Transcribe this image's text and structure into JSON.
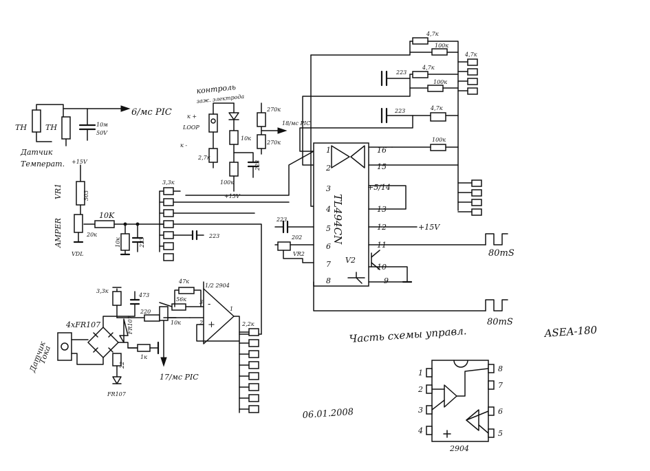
{
  "labels": {
    "th1": "TH",
    "th2": "TH",
    "to_pin6": "6/мс PIC",
    "cap_10m": "10м",
    "cap_50v": "50V",
    "temp_sensor_1": "Датчик",
    "temp_sensor_2": "Температ.",
    "plus15v_a": "+15V",
    "vr1": "VR1",
    "vr1_val": "503",
    "amper": "AMPER",
    "r20k": "20к",
    "vdl": "VDL",
    "r10k_a": "10K",
    "r10k_b": "10к",
    "c223_a": "223",
    "c223_b": "223",
    "r33k_a": "3,3к",
    "electrode_1": "контроль",
    "electrode_2": "заж. электрода",
    "k_plus": "к +",
    "loop": "LOOP",
    "v_minus": "к -",
    "r27k": "2,7к",
    "r10k_c": "10к",
    "r100k_a": "100к",
    "plus15v_b": "+15V",
    "c223_c": "223",
    "r270k_a": "270к",
    "r270k_b": "270к",
    "to_pin18": "18/мс PIC",
    "r47k_a": "4,7к",
    "r100k_b": "100к",
    "r47k_b": "4,7к",
    "r47k_c": "4,7к",
    "r100k_c": "100к",
    "c223_d": "223",
    "c223_e": "223",
    "r47k_d": "4,7к",
    "r100k_d": "100к",
    "ic_name": "TL494CN",
    "c223_f": "223",
    "r202": "202",
    "vr2_a": "VR2",
    "vr2_b": "V2",
    "plus15v_c": "+15V",
    "pulse_a": "80mS",
    "pulse_b": "80mS",
    "current_sensor_1": "Датчик",
    "current_sensor_2": "Тока",
    "diodes": "4xFR107",
    "r33k_b": "3,3к",
    "c473": "473",
    "fr107_a": "FR107",
    "r220": "220",
    "r22": "22",
    "r1k": "1к",
    "fr107_b": "FR107",
    "r56k": "56к",
    "r10k_d": "10к",
    "r47k_e": "47к",
    "opamp_name": "1/2 2904",
    "to_pin17": "17/мс PIC",
    "r22k": "2,2к",
    "title": "Часть схемы управл.",
    "model": "ASEA-180",
    "date": "06.01.2008",
    "pkg_name": "2904"
  },
  "tl494_pins": {
    "p1": "1",
    "p2": "2",
    "p3": "3",
    "p4": "4",
    "p5": "5",
    "p6": "6",
    "p7": "7",
    "p8": "8",
    "p9": "9",
    "p10": "10",
    "p11": "11",
    "p12": "12",
    "p13": "13",
    "p14": "+5/14",
    "p15": "15",
    "p16": "16"
  },
  "pkg_pins": {
    "p1": "1",
    "p2": "2",
    "p3": "3",
    "p4": "4",
    "p5": "5",
    "p6": "6",
    "p7": "7",
    "p8": "8"
  },
  "opamp_pins": {
    "p1": "1",
    "p2": "2",
    "p3": "3",
    "minus": "-",
    "plus": "+"
  }
}
